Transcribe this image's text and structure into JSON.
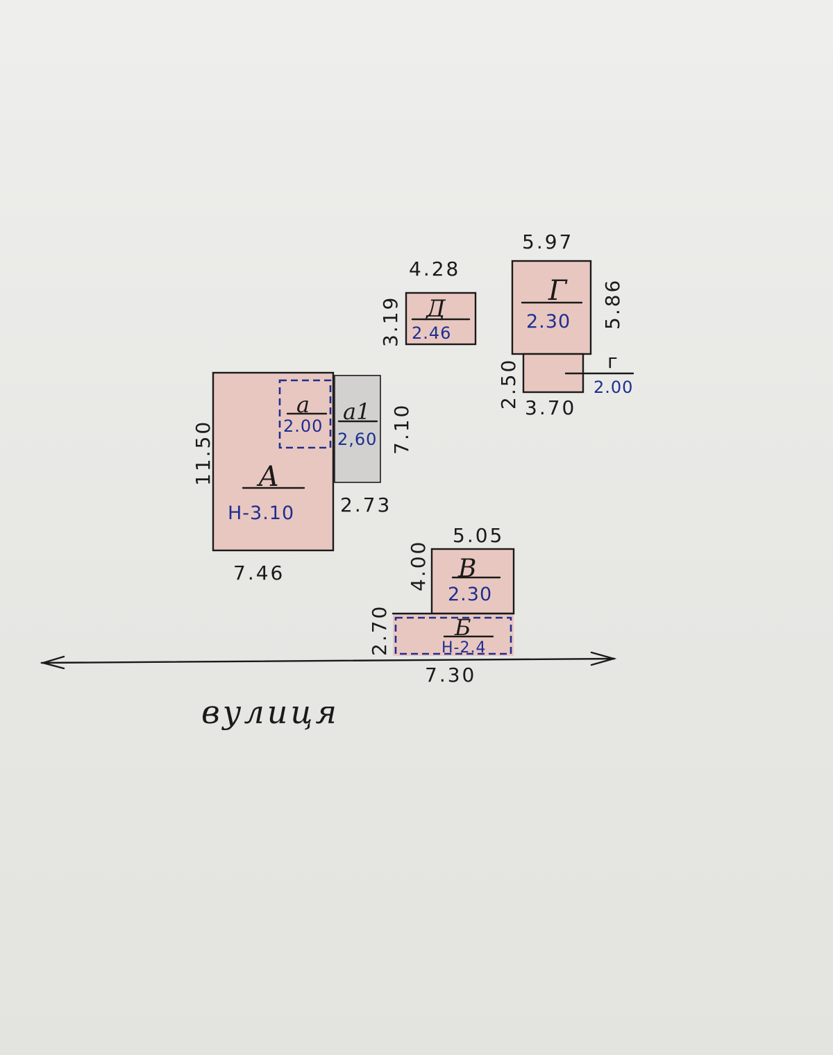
{
  "buildings": {
    "A": {
      "letter": "А",
      "height_label": "Н-3.10",
      "width_label": "7.46",
      "length_label": "11.50",
      "porch_a": {
        "letter": "а",
        "height_label": "2.00"
      },
      "annex_a1": {
        "letter": "а1",
        "height_label": "2,60",
        "width_label": "2.73",
        "length_label": "7.10"
      }
    },
    "D": {
      "letter": "Д",
      "height_label": "2.46",
      "width_label": "4.28",
      "length_label": "3.19"
    },
    "G": {
      "letter": "Г",
      "height_label": "2.30",
      "width_label": "5.97",
      "length_label": "5.86",
      "annex": {
        "letter": "г",
        "height_label": "2.00",
        "width_label": "3.70",
        "length_label": "2.50"
      }
    },
    "V": {
      "letter": "В",
      "height_label": "2.30",
      "width_label": "5.05",
      "length_label": "4.00"
    },
    "B": {
      "letter": "Б",
      "height_label": "Н-2.4",
      "width_label": "7.30",
      "length_label": "2.70"
    }
  },
  "street_label": "вулиця",
  "colors": {
    "ink": "#1a1a1a",
    "blue_ink": "#1c2f8f",
    "red_pencil": "#e9c7c1",
    "grey_pencil": "#d2d1d0"
  }
}
